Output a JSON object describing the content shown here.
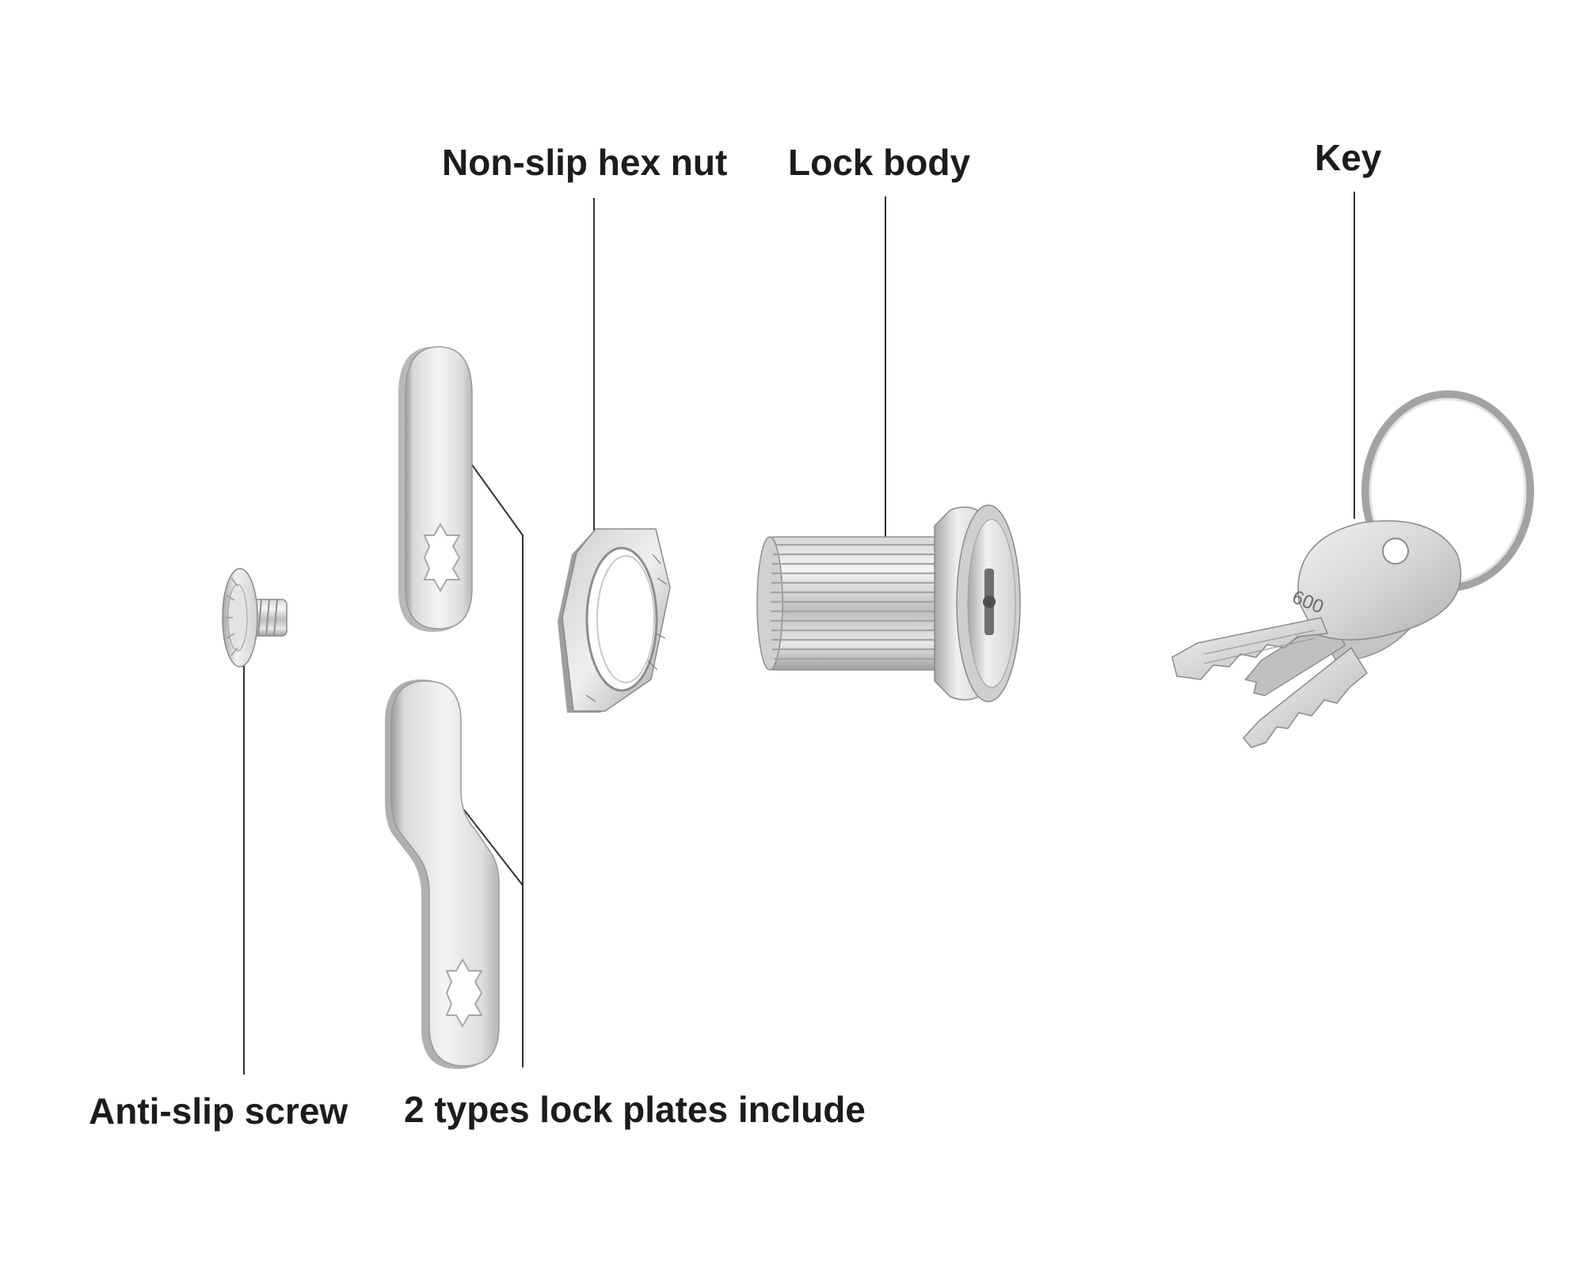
{
  "labels": {
    "hex_nut": "Non-slip hex nut",
    "lock_body": "Lock body",
    "key": "Key",
    "screw": "Anti-slip screw",
    "lock_plates": "2 types lock plates include"
  },
  "key_number": "600",
  "colors": {
    "text": "#1c1c1c",
    "leader_line": "#333333",
    "metal_light": "#f2f2f2",
    "metal_mid": "#c8c8c8",
    "metal_dark": "#8a8a8a"
  }
}
